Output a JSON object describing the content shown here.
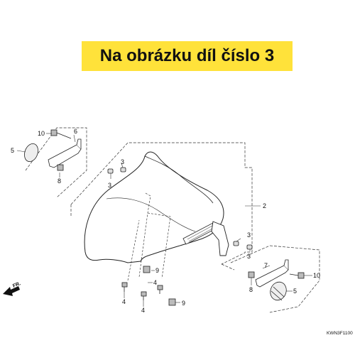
{
  "banner": {
    "text": "Na obrázku díl číslo 3",
    "background": "#ffe23a"
  },
  "direction_label": "FR.",
  "diagram_code": "KWN3F1100",
  "callouts": [
    {
      "id": "c10a",
      "text": "10"
    },
    {
      "id": "c6",
      "text": "6"
    },
    {
      "id": "c5a",
      "text": "5"
    },
    {
      "id": "c8a",
      "text": "8"
    },
    {
      "id": "c3a",
      "text": "3"
    },
    {
      "id": "c3b",
      "text": "3"
    },
    {
      "id": "c2",
      "text": "2"
    },
    {
      "id": "c3c",
      "text": "3"
    },
    {
      "id": "c3d",
      "text": "3"
    },
    {
      "id": "c9a",
      "text": "9"
    },
    {
      "id": "c4a",
      "text": "4"
    },
    {
      "id": "c4b",
      "text": "4"
    },
    {
      "id": "c4c",
      "text": "4"
    },
    {
      "id": "c9b",
      "text": "9"
    },
    {
      "id": "c7",
      "text": "7"
    },
    {
      "id": "c10b",
      "text": "10"
    },
    {
      "id": "c8b",
      "text": "8"
    },
    {
      "id": "c5b",
      "text": "5"
    }
  ]
}
